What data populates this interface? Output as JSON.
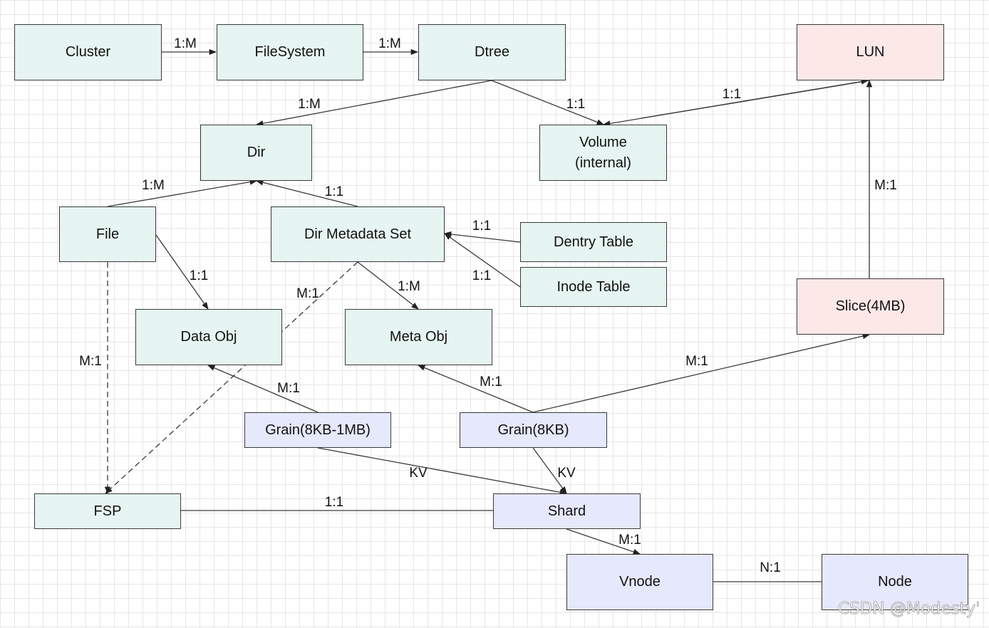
{
  "nodes": {
    "cluster": "Cluster",
    "filesystem": "FileSystem",
    "dtree": "Dtree",
    "lun": "LUN",
    "dir": "Dir",
    "volume": "Volume\n(internal)",
    "file": "File",
    "dir_metadata_set": "Dir Metadata Set",
    "dentry_table": "Dentry Table",
    "inode_table": "Inode Table",
    "data_obj": "Data Obj",
    "meta_obj": "Meta Obj",
    "slice": "Slice(4MB)",
    "grain_large": "Grain(8KB-1MB)",
    "grain_small": "Grain(8KB)",
    "fsp": "FSP",
    "shard": "Shard",
    "vnode": "Vnode",
    "node": "Node"
  },
  "edges": [
    {
      "id": "cluster-filesystem",
      "label": "1:M"
    },
    {
      "id": "filesystem-dtree",
      "label": "1:M"
    },
    {
      "id": "dtree-dir",
      "label": "1:M"
    },
    {
      "id": "dtree-volume",
      "label": "1:1"
    },
    {
      "id": "lun-volume",
      "label": "1:1"
    },
    {
      "id": "file-dir",
      "label": "1:M"
    },
    {
      "id": "dms-dir",
      "label": "1:1"
    },
    {
      "id": "slice-lun",
      "label": "M:1"
    },
    {
      "id": "dentry-dms",
      "label": "1:1"
    },
    {
      "id": "inode-dms",
      "label": "1:1"
    },
    {
      "id": "file-dataobj",
      "label": "1:1"
    },
    {
      "id": "dms-fsp",
      "label": "M:1"
    },
    {
      "id": "dms-metaobj",
      "label": "1:M"
    },
    {
      "id": "file-fsp",
      "label": "M:1"
    },
    {
      "id": "grainlarge-dataobj",
      "label": "M:1"
    },
    {
      "id": "grainsmall-metaobj",
      "label": "M:1"
    },
    {
      "id": "grainsmall-slice",
      "label": "M:1"
    },
    {
      "id": "grainlarge-shard",
      "label": "KV"
    },
    {
      "id": "grainsmall-shard",
      "label": "KV"
    },
    {
      "id": "fsp-shard",
      "label": "1:1"
    },
    {
      "id": "shard-vnode",
      "label": "M:1"
    },
    {
      "id": "vnode-node",
      "label": "N:1"
    }
  ],
  "colors": {
    "entity_fill": "#e6f5f1",
    "lun_fill": "#fde8e8",
    "storage_fill": "#e6e8fb",
    "line": "#3a3a3a"
  },
  "watermark": "CSDN @Modesty'"
}
